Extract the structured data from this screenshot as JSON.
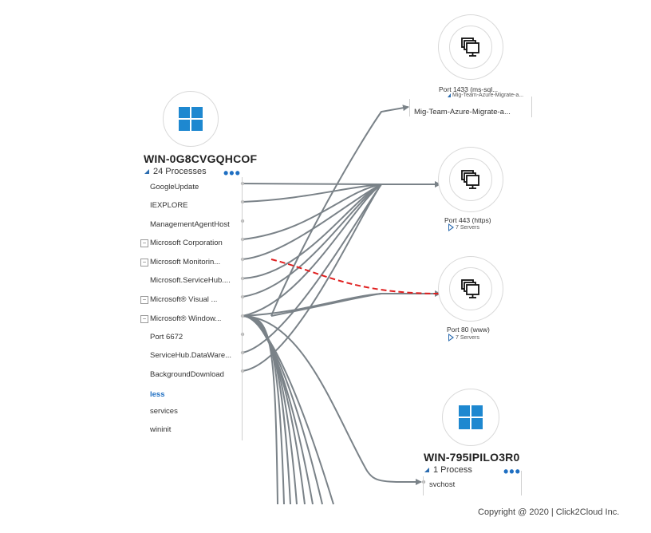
{
  "source_machine": {
    "name": "WIN-0G8CVGQHCOF",
    "process_count_label": "24 Processes",
    "more_label": "•••",
    "processes": [
      {
        "label": "GoogleUpdate",
        "expandable": false
      },
      {
        "label": "IEXPLORE",
        "expandable": false
      },
      {
        "label": "ManagementAgentHost",
        "expandable": false
      },
      {
        "label": "Microsoft Corporation",
        "expandable": true
      },
      {
        "label": "Microsoft Monitorin...",
        "expandable": true
      },
      {
        "label": "Microsoft.ServiceHub....",
        "expandable": false
      },
      {
        "label": "Microsoft® Visual ...",
        "expandable": true
      },
      {
        "label": "Microsoft® Window...",
        "expandable": true
      },
      {
        "label": "Port 6672",
        "expandable": false
      },
      {
        "label": "ServiceHub.DataWare...",
        "expandable": false
      },
      {
        "label": "BackgroundDownload",
        "expandable": false
      }
    ],
    "less_label": "less",
    "extra_processes": [
      {
        "label": "services"
      },
      {
        "label": "wininit"
      }
    ]
  },
  "port_groups": [
    {
      "label": "Port 1433 (ms-sql...",
      "sub_label": "Mig-Team-Azure-Migrate-a...",
      "icon": "server-group-icon"
    },
    {
      "label": "Port 443 (https)",
      "servers_label": "7 Servers",
      "icon": "server-group-icon"
    },
    {
      "label": "Port 80 (www)",
      "servers_label": "7 Servers",
      "icon": "server-group-icon"
    }
  ],
  "mig_item": "Mig-Team-Azure-Migrate-a...",
  "target_machine": {
    "name": "WIN-795IPILO3R0",
    "process_count_label": "1 Process",
    "more_label": "•••",
    "processes": [
      {
        "label": "svchost"
      }
    ]
  },
  "footer": {
    "copyright": "Copyright @ 2020  |    Click2Cloud Inc."
  },
  "colors": {
    "link_line": "#7a8288",
    "failed_link": "#e02020",
    "windows_blue": "#1e88d0",
    "accent_blue": "#1f6fc2"
  }
}
